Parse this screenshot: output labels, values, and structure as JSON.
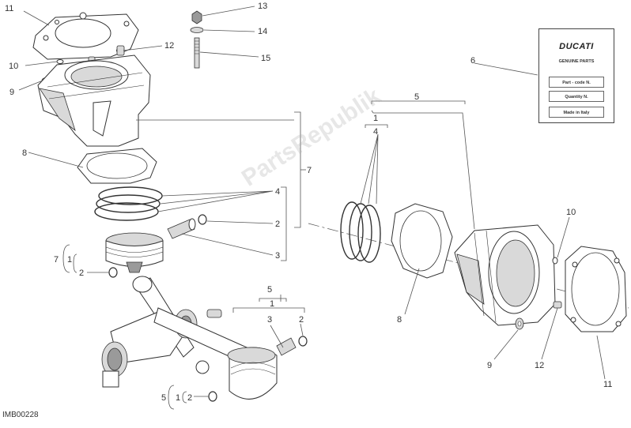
{
  "diagram_code": "IMB00228",
  "watermark": "PartsRepublik",
  "card": {
    "brand": "DUCATI",
    "subtitle": "GENUINE PARTS",
    "rows": [
      "Part - code N.",
      "Quantity N.",
      "Made in Italy"
    ]
  },
  "callouts": {
    "c11_top": "11",
    "c12_top": "12",
    "c10_left": "10",
    "c9_left": "9",
    "c13": "13",
    "c14": "14",
    "c15": "15",
    "c8_left": "8",
    "c4_left": "4",
    "c2_left": "2",
    "c3_left": "3",
    "c7_right": "7",
    "c7_left": "7",
    "c1_left": "1",
    "c2_left_lower": "2",
    "c5_mid": "5",
    "c1_mid": "1",
    "c3_mid": "3",
    "c2_mid": "2",
    "c5_bottom": "5",
    "c1_bottom": "1",
    "c2_bottom": "2",
    "c6": "6",
    "c5_right": "5",
    "c1_right": "1",
    "c4_right": "4",
    "c10_right": "10",
    "c8_right": "8",
    "c9_right": "9",
    "c12_right": "12",
    "c11_right": "11"
  }
}
